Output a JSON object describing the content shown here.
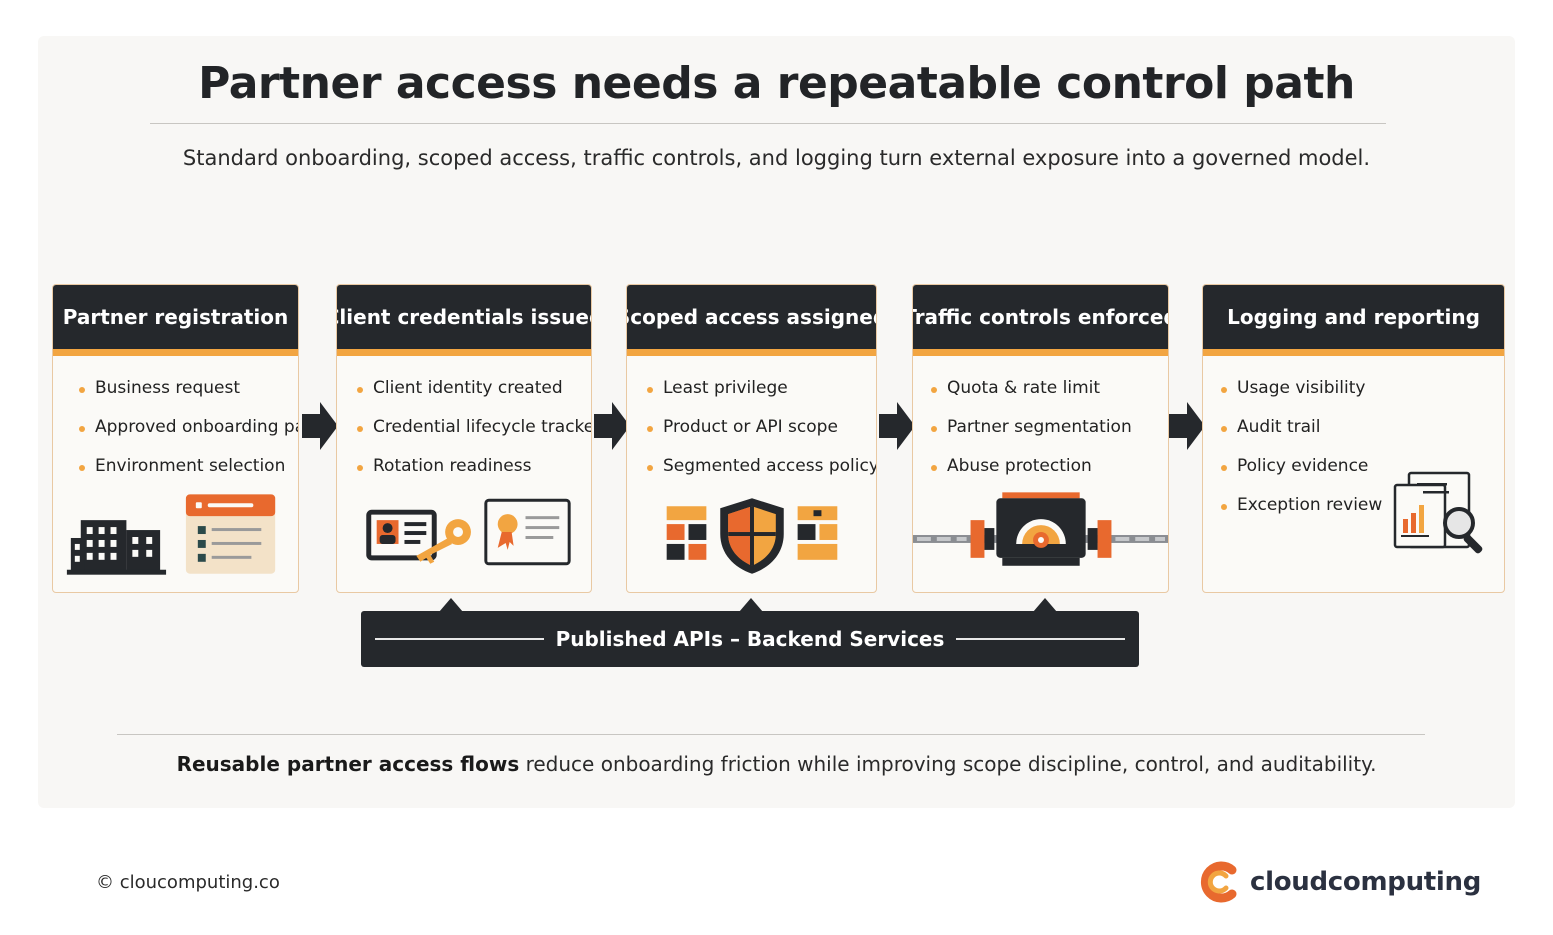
{
  "header": {
    "title": "Partner access needs a repeatable control path",
    "subtitle": "Standard onboarding, scoped access, traffic controls, and logging turn external exposure into a governed model."
  },
  "steps": [
    {
      "title": "Partner registration",
      "items": [
        "Business request",
        "Approved onboarding path",
        "Environment selection"
      ],
      "icon": "building-form-icon"
    },
    {
      "title": "Client credentials issued",
      "items": [
        "Client identity created",
        "Credential lifecycle tracked",
        "Rotation readiness"
      ],
      "icon": "id-key-certificate-icon"
    },
    {
      "title": "Scoped access assigned",
      "items": [
        "Least privilege",
        "Product or API scope",
        "Segmented access policy"
      ],
      "icon": "shield-blocks-icon"
    },
    {
      "title": "Traffic controls enforced",
      "items": [
        "Quota & rate limit",
        "Partner segmentation",
        "Abuse protection"
      ],
      "icon": "gateway-gauge-icon"
    },
    {
      "title": "Logging and reporting",
      "items": [
        "Usage visibility",
        "Audit trail",
        "Policy evidence",
        "Exception review"
      ],
      "icon": "report-magnifier-icon"
    }
  ],
  "bus": {
    "label": "Published APIs – Backend Services"
  },
  "footer": {
    "note_bold": "Reusable partner access flows",
    "note_rest": " reduce onboarding friction while improving scope discipline, control, and auditability.",
    "copyright": "© cloucomputing.co",
    "brand": "cloudcomputing"
  },
  "colors": {
    "accent": "#f2a541",
    "accent_dark": "#e8692e",
    "dark": "#25282c",
    "card_border": "#e9c9a3"
  }
}
